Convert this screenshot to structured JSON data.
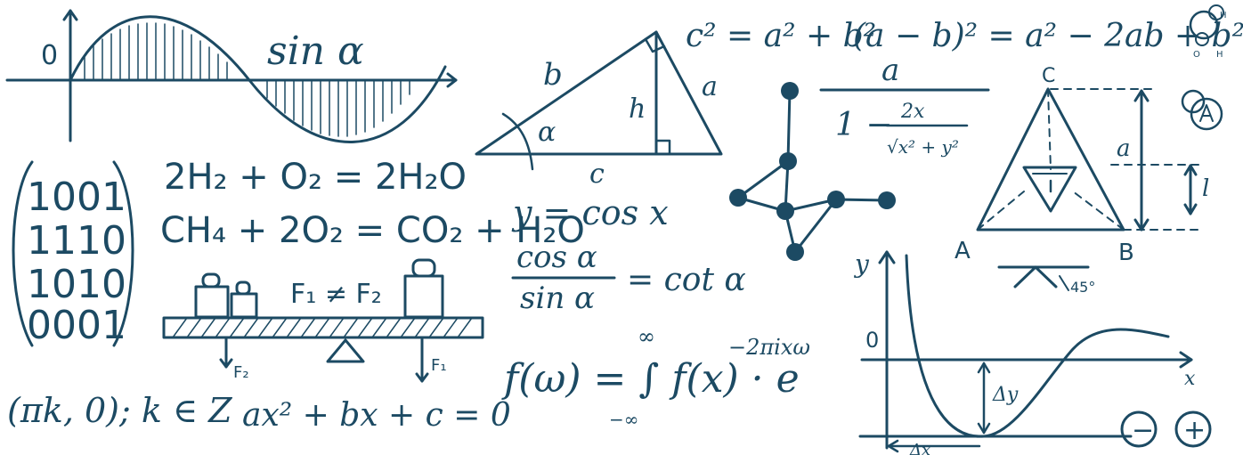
{
  "ink_color": "#1c4a63",
  "background": "#ffffff",
  "sine": {
    "label": "sin α",
    "zero": "0"
  },
  "triangle": {
    "b": "b",
    "a": "a",
    "h": "h",
    "c": "c",
    "alpha": "α"
  },
  "formulas": {
    "pythag": "c² = a² + b²",
    "square": "(a − b)² = a² − 2ab + b²",
    "frac_num": "a",
    "frac_den_left": "1 −",
    "frac_inner_num": "2x",
    "frac_inner_den": "√x² + y²",
    "cos": "y = cos x",
    "cot_num": "cos α",
    "cot_den": "sin α",
    "cot_rhs": "= cot α",
    "fourier": "f(ω) = ∫ f(x) · e",
    "fourier_exp": "−2πixω",
    "int_top": "∞",
    "int_bottom": "−∞",
    "pik": "(πk, 0); k ∈ Z",
    "quadratic": "ax² + bx + c = 0"
  },
  "matrix": {
    "rows": [
      "1001",
      "1110",
      "1010",
      "0001"
    ]
  },
  "chem": {
    "line1": "2H₂ + O₂ = 2H₂O",
    "line2": "CH₄ + 2O₂ = CO₂ + H₂O"
  },
  "balance": {
    "label": "F₁ ≠ F₂",
    "f2": "F₂",
    "f1": "F₁"
  },
  "pyramid": {
    "c": "C",
    "a_vertex": "A",
    "b_vertex": "B",
    "a_len": "a",
    "l_len": "l",
    "angle": "45°"
  },
  "curve": {
    "y": "y",
    "x": "x",
    "zero": "0",
    "dy": "Δy",
    "dx": "Δx"
  },
  "signs": {
    "minus": "−",
    "plus": "+"
  },
  "molecule": {
    "h1": "H",
    "h2": "H",
    "o": "O"
  }
}
